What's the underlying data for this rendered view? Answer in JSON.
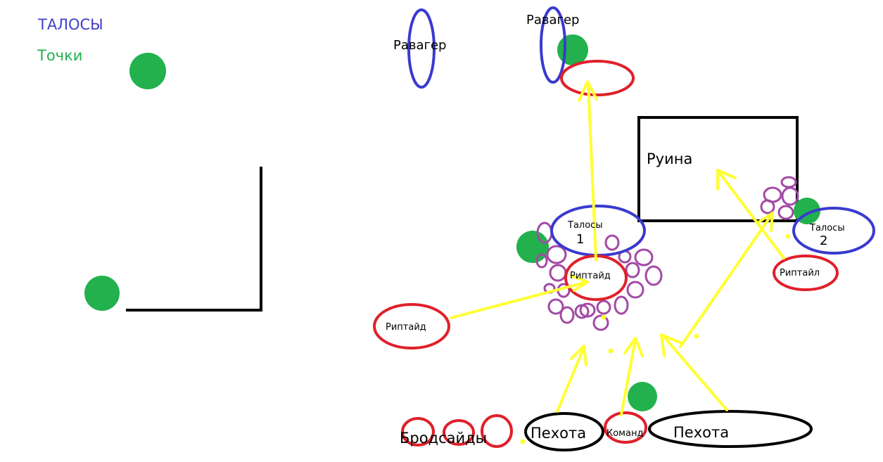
{
  "legend": {
    "talos": {
      "label": "ТАЛОСЫ",
      "color": "#4040c8"
    },
    "points": {
      "label": "Точки",
      "color": "#22b14c"
    }
  },
  "labels": {
    "ravager_1": "Равагер",
    "ravager_2": "Равагер",
    "ruin": "Руина",
    "talos_1_name": "Талосы",
    "talos_1_num": "1",
    "talos_2_name": "Талосы",
    "talos_2_num": "2",
    "riptide_center": "Риптайд",
    "riptide_left": "Риптайд",
    "riptide_right": "Риптайл",
    "broadsides": "Бродсайды",
    "infantry_1": "Пехота",
    "command": "Команд",
    "infantry_2": "Пехота"
  },
  "colors": {
    "talos": "#3a3acf",
    "riptide": "#e0202a",
    "point": "#22b14c",
    "arrow": "#ffff33",
    "swarm": "#a349a4",
    "line": "#000000"
  }
}
